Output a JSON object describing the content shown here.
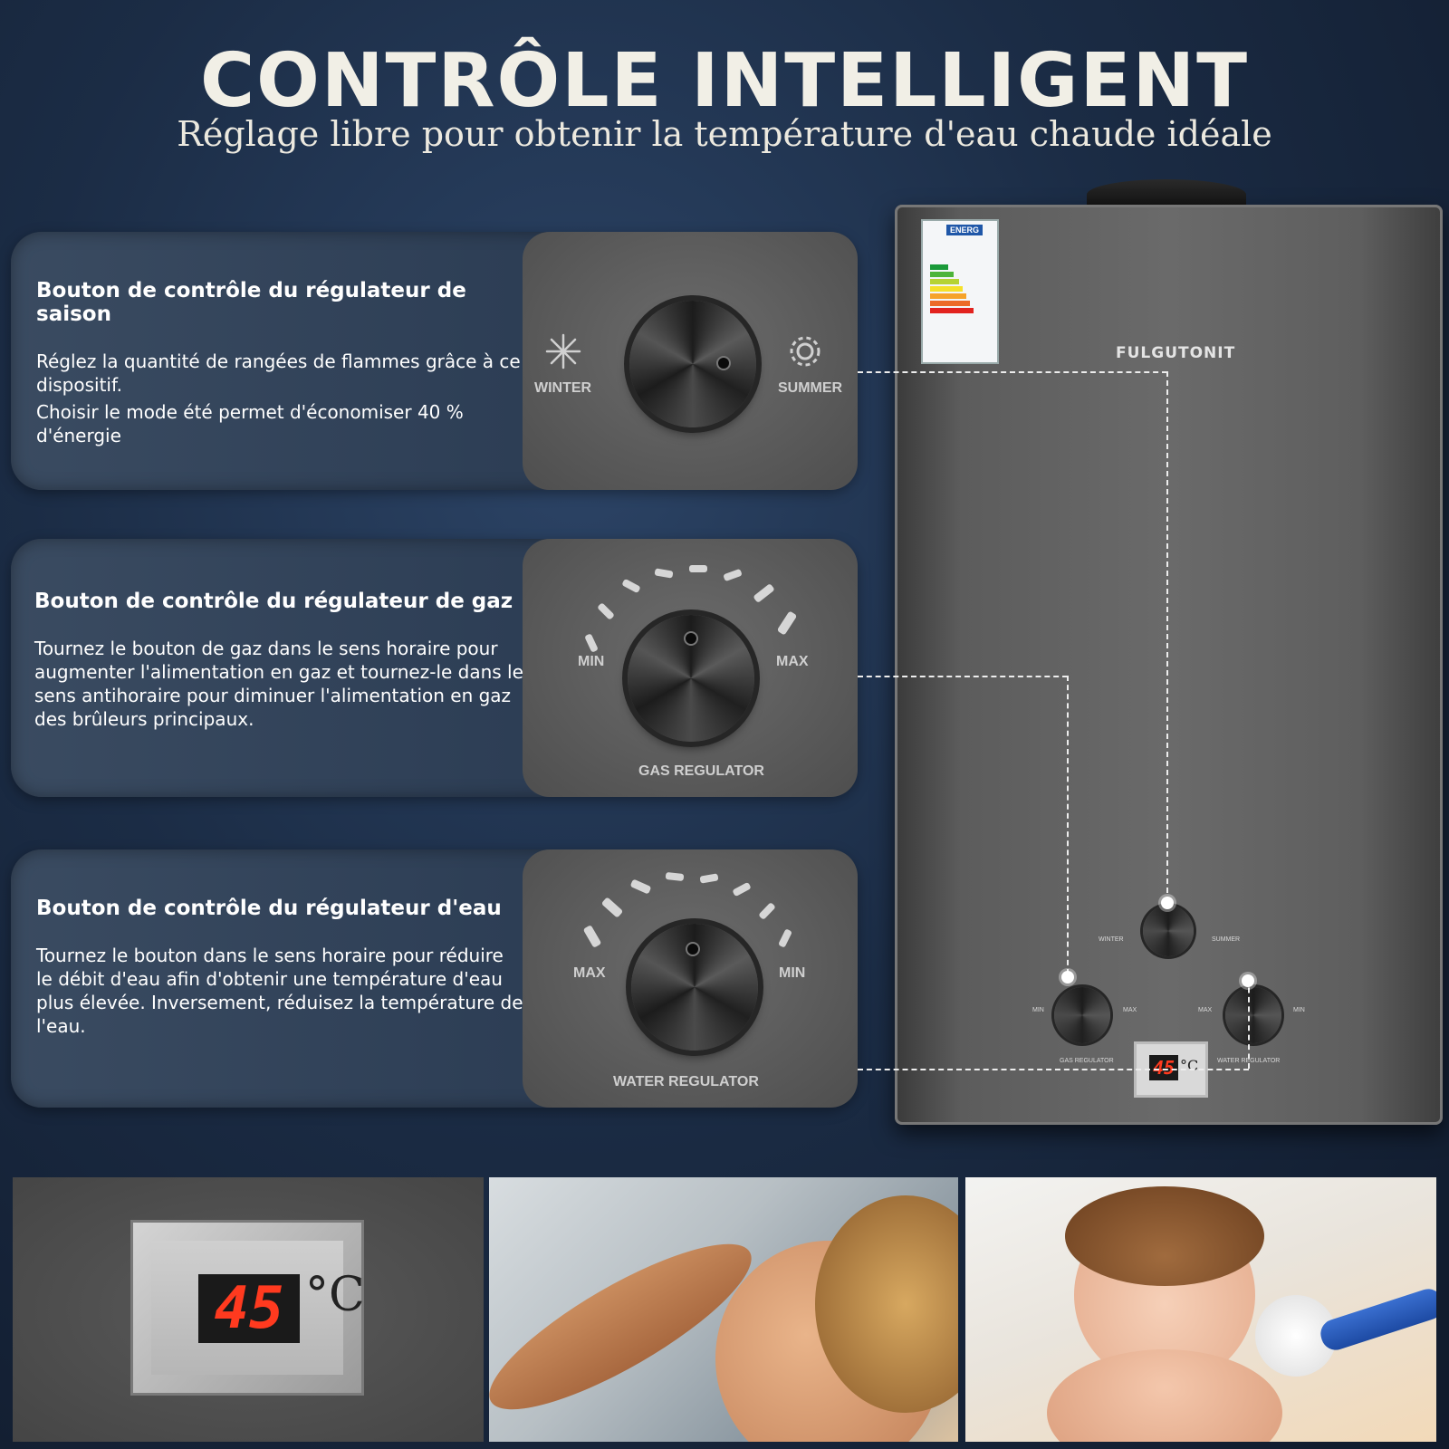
{
  "header": {
    "title": "CONTRÔLE INTELLIGENT",
    "subtitle": "Réglage libre pour obtenir la température d'eau chaude idéale"
  },
  "cards": [
    {
      "heading": "Bouton de contrôle du régulateur de saison",
      "body": [
        "Réglez la quantité de rangées de flammes grâce à ce dispositif.",
        "Choisir le mode été permet d'économiser 40 % d'énergie"
      ],
      "panel": {
        "left_label": "WINTER",
        "right_label": "SUMMER",
        "left_icon": "snowflake-icon",
        "right_icon": "sun-swirl-icon"
      }
    },
    {
      "heading": "Bouton de contrôle du régulateur de gaz",
      "body": [
        "Tournez le bouton de gaz dans le sens horaire pour augmenter l'alimentation en gaz et tournez-le dans le sens antihoraire pour diminuer l'alimentation en gaz des brûleurs principaux."
      ],
      "panel": {
        "left_label": "MIN",
        "right_label": "MAX",
        "bottom_label": "GAS REGULATOR"
      }
    },
    {
      "heading": "Bouton de contrôle du régulateur d'eau",
      "body": [
        "Tournez le bouton dans le sens horaire pour réduire le débit d'eau afin d'obtenir une température d'eau plus élevée. Inversement, réduisez la température de l'eau."
      ],
      "panel": {
        "left_label": "MAX",
        "right_label": "MIN",
        "bottom_label": "WATER REGULATOR"
      }
    }
  ],
  "heater": {
    "brand": "FULGUTONIT",
    "energy_label": "ENERG",
    "mini_labels": {
      "winter": "WINTER",
      "summer": "SUMMER",
      "gas_min": "MIN",
      "gas_max": "MAX",
      "gas_regulator": "GAS REGULATOR",
      "water_max": "MAX",
      "water_min": "MIN",
      "water_regulator": "WATER REGULATOR"
    },
    "display": "45",
    "display_unit": "°C"
  },
  "tiles": {
    "display_value": "45",
    "display_unit": "°C"
  },
  "colors": {
    "accent_red": "#ff3a1f",
    "background": "#1b2c45",
    "panel": "#5a5a5a"
  }
}
